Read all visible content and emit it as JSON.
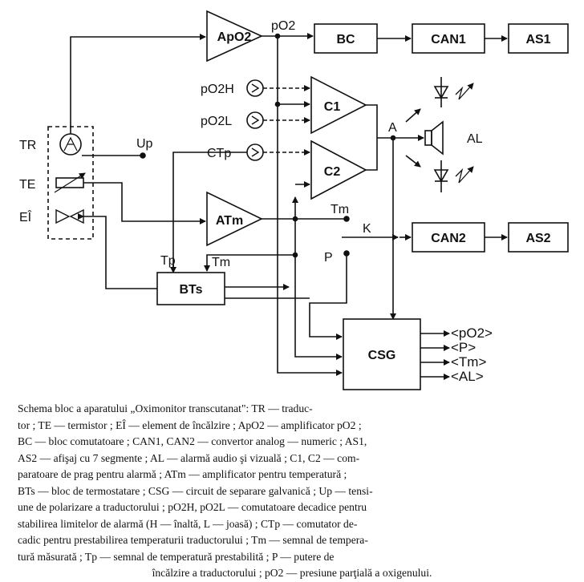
{
  "diagram": {
    "blocks": {
      "apo2": "ApO2",
      "bc": "BC",
      "can1": "CAN1",
      "as1": "AS1",
      "c1": "C1",
      "c2": "C2",
      "atm": "ATm",
      "can2": "CAN2",
      "as2": "AS2",
      "bts": "BTs",
      "csg": "CSG"
    },
    "left_labels": {
      "tr": "TR",
      "te": "TE",
      "ei": "EÎ"
    },
    "signals": {
      "po2_top": "pO2",
      "po2h": "pO2H",
      "po2l": "pO2L",
      "ctp": "CTp",
      "up": "Up",
      "a": "A",
      "al": "AL",
      "tm": "Tm",
      "k": "K",
      "p": "P",
      "tp": "Tp",
      "tm_bts": "Tm"
    },
    "outputs": [
      "<pO2>",
      "<P>",
      "<Tm>",
      "<AL>"
    ]
  },
  "caption": {
    "lines": [
      "Schema bloc a aparatului „Oximonitor transcutanat\": TR — traduc-",
      "tor ; TE — termistor ; EÎ — element de încălzire ; ApO2 — amplificator pO2 ;",
      "BC — bloc comutatoare ; CAN1, CAN2 — convertor analog — numeric ; AS1,",
      "AS2 — afişaj cu 7 segmente ; AL — alarmă audio şi vizuală ; C1, C2 — com-",
      "paratoare de prag pentru alarmă ; ATm — amplificator pentru temperatură ;",
      "BTs — bloc de termostatare ; CSG — circuit de separare galvanică ; Up — tensi-",
      "une de polarizare a traductorului ; pO2H, pO2L — comutatoare decadice pentru",
      "stabilirea limitelor de alarmă (H — înaltă, L — joasă) ; CTp — comutator de-",
      "cadic pentru prestabilirea temperaturii traductorului ; Tm — semnal de tempera-",
      "tură măsurată ; Tp — semnal de temperatură prestabilită ; P — putere de",
      "încălzire a traductorului ; pO2 — presiune parţială a oxigenului."
    ]
  }
}
